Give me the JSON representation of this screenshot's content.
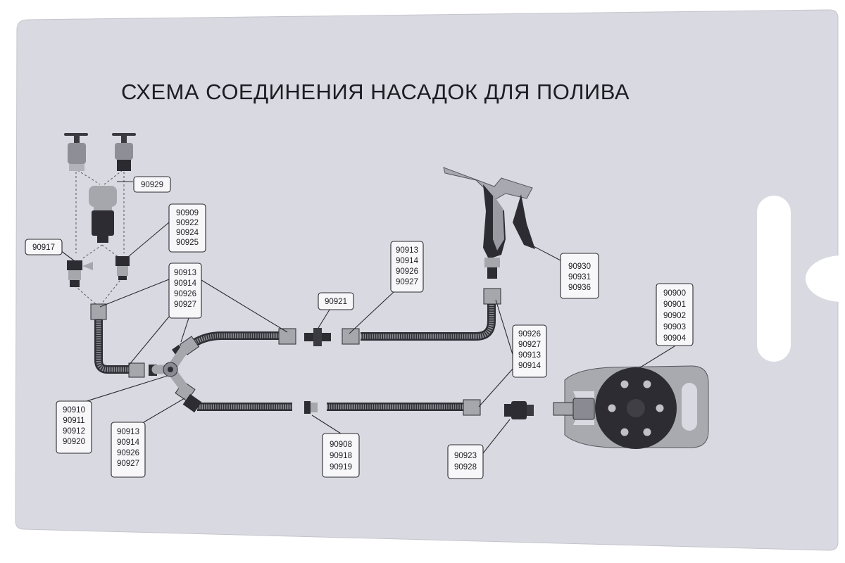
{
  "title": "СХЕМА СОЕДИНЕНИЯ НАСАДОК ДЛЯ ПОЛИВА",
  "colors": {
    "card": "#d9d9e1",
    "background": "#ffffff",
    "ink": "#1e1e24",
    "part_dark": "#2d2d33",
    "part_light": "#a9a9b0"
  },
  "labels": {
    "tap_adapter": [
      "90929"
    ],
    "tap_connectors": [
      "90909",
      "90922",
      "90924",
      "90925"
    ],
    "small_adapter": [
      "90917"
    ],
    "fittings_top_left": [
      "90913",
      "90914",
      "90926",
      "90927"
    ],
    "fittings_mid": [
      "90913",
      "90914",
      "90926",
      "90927"
    ],
    "connector_mid": [
      "90921"
    ],
    "spray_gun": [
      "90930",
      "90931",
      "90936"
    ],
    "sprinkler": [
      "90900",
      "90901",
      "90902",
      "90903",
      "90904"
    ],
    "fittings_right": [
      "90926",
      "90927",
      "90913",
      "90914"
    ],
    "splitter": [
      "90910",
      "90911",
      "90912",
      "90920"
    ],
    "fittings_bottom_left": [
      "90913",
      "90914",
      "90926",
      "90927"
    ],
    "hose_coupler": [
      "90908",
      "90918",
      "90919"
    ],
    "end_adapter": [
      "90923",
      "90928"
    ]
  }
}
